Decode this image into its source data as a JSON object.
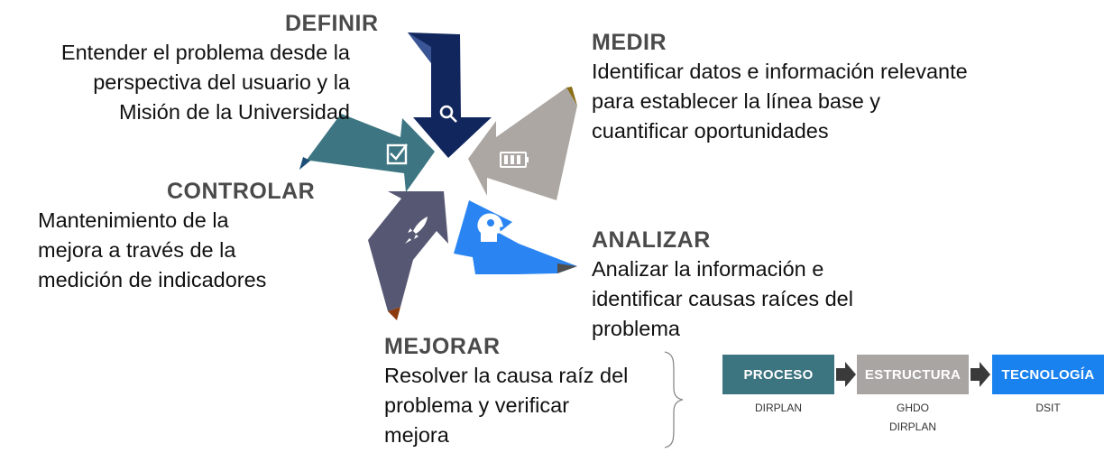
{
  "phases": {
    "definir": {
      "title": "DEFINIR",
      "description": "Entender el problema desde la\nperspectiva del usuario y la\nMisión de la Universidad",
      "icon": "magnifier-icon",
      "color": "#12265e"
    },
    "medir": {
      "title": "MEDIR",
      "description": "Identificar datos e información relevante\npara establecer la línea base y\ncuantificar oportunidades",
      "icon": "battery-icon",
      "color": "#aca7a3"
    },
    "analizar": {
      "title": "ANALIZAR",
      "description": "Analizar la información e\nidentificar causas raíces del\nproblema",
      "icon": "brain-head-icon",
      "color": "#2a85f2"
    },
    "mejorar": {
      "title": "MEJORAR",
      "description": "Resolver la causa raíz del\nproblema y verificar\nmejora",
      "icon": "rocket-icon",
      "color": "#565873"
    },
    "controlar": {
      "title": "CONTROLAR",
      "description": "Mantenimiento de la\nmejora a través de la\nmedición de indicadores",
      "icon": "checkbox-icon",
      "color": "#3d7682"
    }
  },
  "flow": [
    {
      "label": "PROCESO",
      "sub": "DIRPLAN",
      "color": "#3c7480"
    },
    {
      "label": "ESTRUCTURA",
      "sub": "GHDO\nDIRPLAN",
      "color": "#a9a5a2"
    },
    {
      "label": "TECNOLOGÍA",
      "sub": "DSIT",
      "color": "#1a82ef"
    }
  ]
}
